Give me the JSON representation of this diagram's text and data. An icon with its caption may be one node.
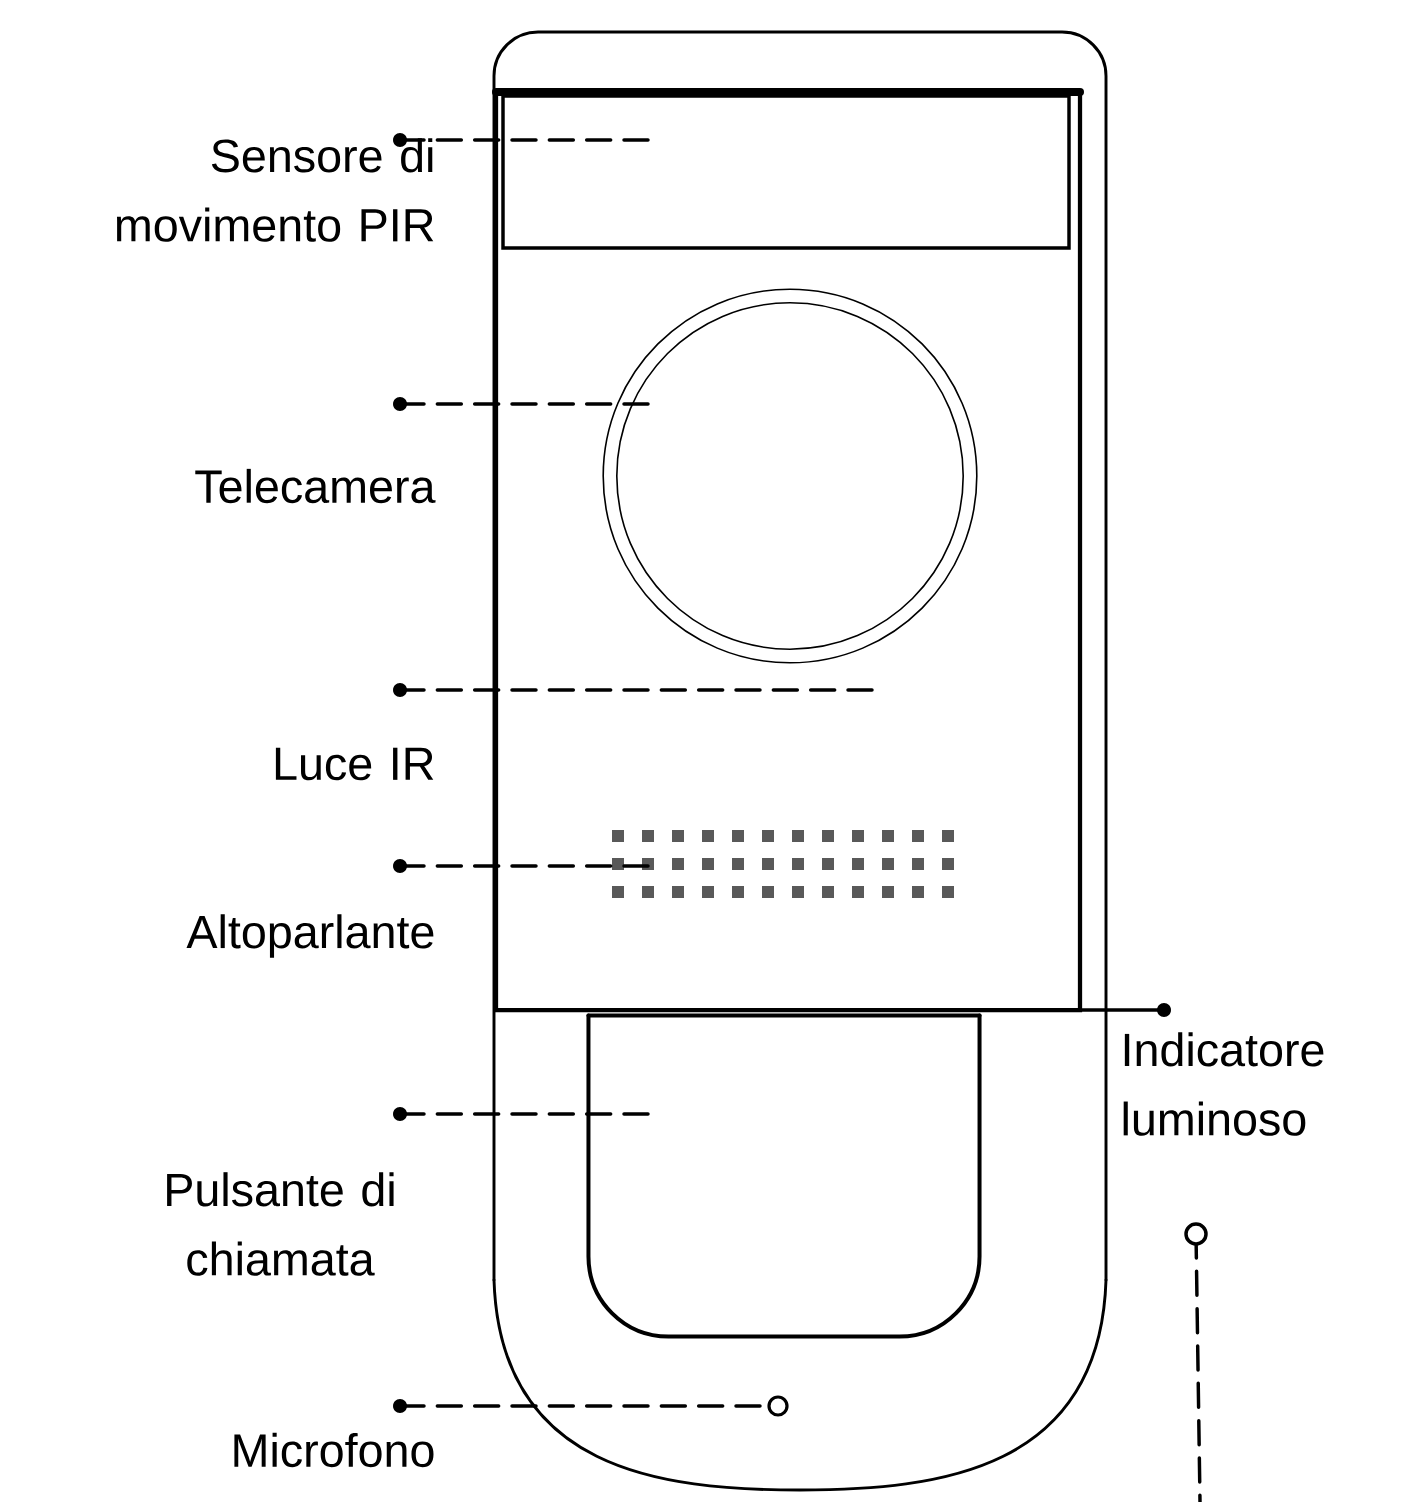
{
  "diagram": {
    "nodes": [
      {
        "text": [
          "Sensore di movimento PIR"
        ]
      },
      {
        "text": [],
        "shape": "box"
      },
      {
        "text": [
          "Telecamera"
        ]
      },
      {
        "text": [],
        "shape": "circle"
      },
      {
        "text": [
          "Luce IR"
        ]
      },
      {
        "text": [
          "Altoparlante"
        ]
      },
      {
        "text": [],
        "shape": "grid"
      },
      {
        "text": [
          "Indicatore luminoso"
        ]
      },
      {
        "text": [
          "Pulsante di chiamata"
        ]
      },
      {
        "text": [],
        "shape": "box"
      },
      {
        "text": [
          "Microfono"
        ]
      },
      {
        "text": [],
        "shape": "circle"
      }
    ],
    "edges": [
      {
        "from": 0,
        "to": 1,
        "arrow": "other",
        "style": "dashed"
      },
      {
        "from": 2,
        "to": 3,
        "arrow": "other",
        "style": "dashed"
      },
      {
        "from": 4,
        "to": null,
        "arrow": "other",
        "style": "dashed"
      },
      {
        "from": 5,
        "to": 6,
        "arrow": "other",
        "style": "dashed"
      },
      {
        "from": 7,
        "to": null,
        "arrow": "other"
      },
      {
        "from": 7,
        "to": null,
        "arrow": "other",
        "style": "dashed"
      },
      {
        "from": 8,
        "to": 9,
        "arrow": "other",
        "style": "dashed"
      },
      {
        "from": 10,
        "to": 11,
        "arrow": "other",
        "style": "dashed"
      }
    ]
  }
}
